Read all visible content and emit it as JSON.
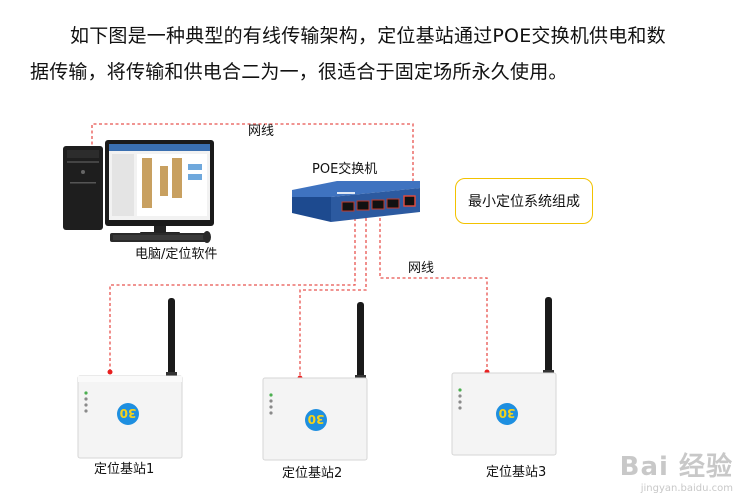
{
  "intro": {
    "line1": "如下图是一种典型的有线传输架构，定位基站通过POE交换机供电和数",
    "line2": "据传输，将传输和供电合二为一，很适合于固定场所永久使用。"
  },
  "diagram": {
    "cable_label_top": "网线",
    "cable_label_right": "网线",
    "switch_label": "POE交换机",
    "computer_label": "电脑/定位软件",
    "system_badge": "最小定位系统组成",
    "stations": [
      {
        "label": "定位基站1",
        "badge": "30"
      },
      {
        "label": "定位基站2",
        "badge": "30"
      },
      {
        "label": "定位基站3",
        "badge": "30"
      }
    ]
  },
  "colors": {
    "cable": "#e8534f",
    "switch_body": "#2c5aa0",
    "badge_border": "#f2c200",
    "station_badge": "#1e8fe0"
  },
  "watermark": {
    "brand": "Bai 经验",
    "url": "jingyan.baidu.com"
  }
}
